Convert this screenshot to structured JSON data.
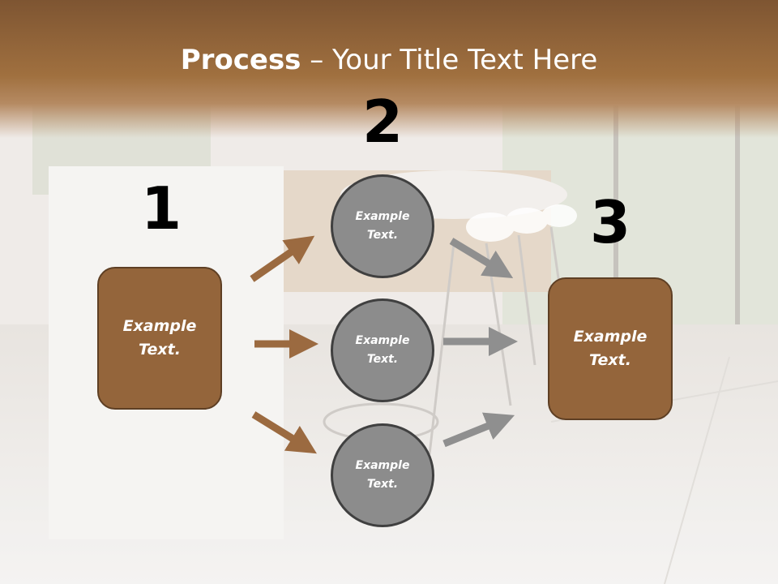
{
  "title": {
    "bold": "Process",
    "rest": " – Your Title Text Here"
  },
  "steps": {
    "numbers": [
      "1",
      "2",
      "3"
    ]
  },
  "left_box": {
    "label": "Example\nText."
  },
  "right_box": {
    "label": "Example\nText."
  },
  "circles": [
    {
      "label": "Example\nText."
    },
    {
      "label": "Example\nText."
    },
    {
      "label": "Example\nText."
    }
  ],
  "colors": {
    "brown_fill": "#94653b",
    "brown_arrow": "#9b6a40",
    "gray_fill": "#8c8c8c",
    "gray_arrow": "#8f8f8f",
    "circle_border": "#404040",
    "title_band": "#8b5e36"
  }
}
